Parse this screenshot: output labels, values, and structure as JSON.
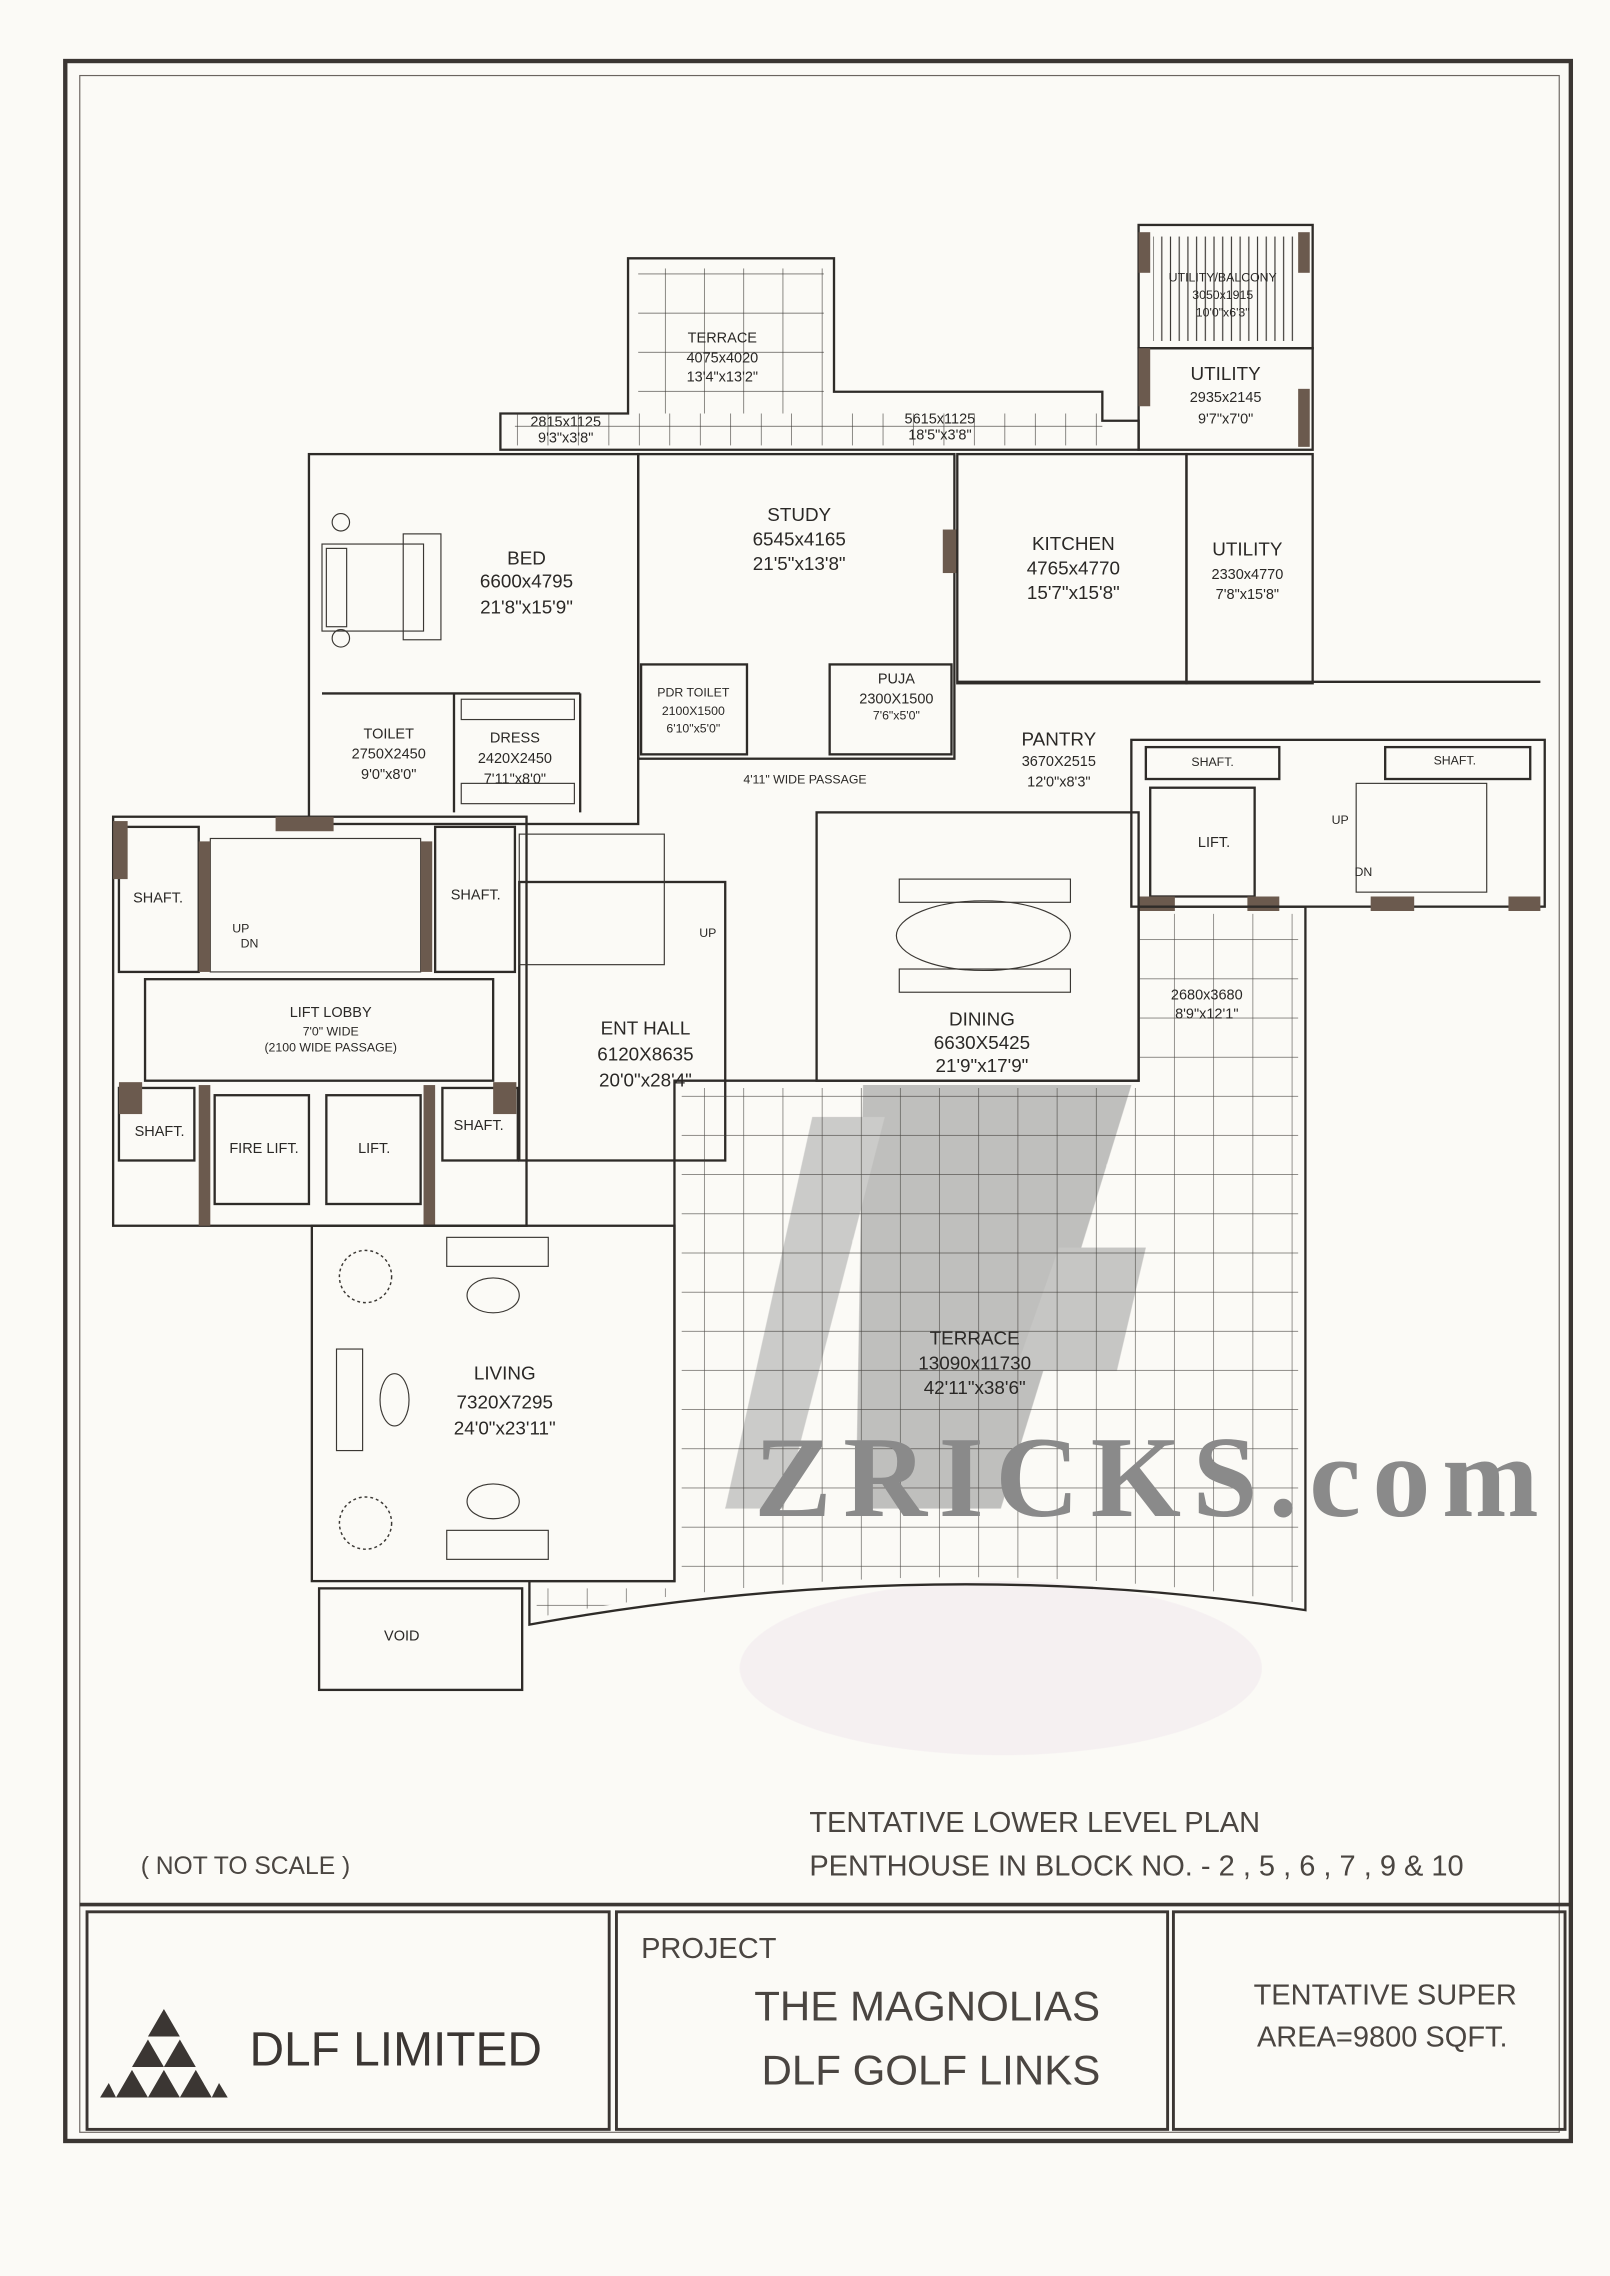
{
  "plan": {
    "rooms": [
      {
        "name": "TERRACE",
        "mm": "4075x4020",
        "ft": "13'4\"x13'2\""
      },
      {
        "name": "",
        "mm": "2815x1125",
        "ft": "9'3\"x3'8\""
      },
      {
        "name": "",
        "mm": "5615x1125",
        "ft": "18'5\"x3'8\""
      },
      {
        "name": "UTILITY/BALCONY",
        "mm": "3050x1915",
        "ft": "10'0\"x6'3\""
      },
      {
        "name": "UTILITY",
        "mm": "2935x2145",
        "ft": "9'7\"x7'0\""
      },
      {
        "name": "BED",
        "mm": "6600x4795",
        "ft": "21'8\"x15'9\""
      },
      {
        "name": "STUDY",
        "mm": "6545x4165",
        "ft": "21'5\"x13'8\""
      },
      {
        "name": "KITCHEN",
        "mm": "4765x4770",
        "ft": "15'7\"x15'8\""
      },
      {
        "name": "UTILITY",
        "mm": "2330x4770",
        "ft": "7'8\"x15'8\""
      },
      {
        "name": "PDR TOILET",
        "mm": "2100X1500",
        "ft": "6'10\"x5'0\""
      },
      {
        "name": "PUJA",
        "mm": "2300X1500",
        "ft": "7'6\"x5'0\""
      },
      {
        "name": "TOILET",
        "mm": "2750X2450",
        "ft": "9'0\"x8'0\""
      },
      {
        "name": "DRESS",
        "mm": "2420X2450",
        "ft": "7'11\"x8'0\""
      },
      {
        "name": "PANTRY",
        "mm": "3670X2515",
        "ft": "12'0\"x8'3\""
      },
      {
        "name": "ENT HALL",
        "mm": "6120X8635",
        "ft": "20'0\"x28'4\""
      },
      {
        "name": "DINING",
        "mm": "6630X5425",
        "ft": "21'9\"x17'9\""
      },
      {
        "name": "",
        "mm": "2680x3680",
        "ft": "8'9\"x12'1\""
      },
      {
        "name": "TERRACE",
        "mm": "13090x11730",
        "ft": "42'11\"x38'6\""
      },
      {
        "name": "LIVING",
        "mm": "7320X7295",
        "ft": "24'0\"x23'11\""
      }
    ],
    "lift_lobby": {
      "name": "LIFT LOBBY",
      "line1": "7'0\" WIDE",
      "line2": "(2100 WIDE PASSAGE)"
    },
    "labels": {
      "shaft": "SHAFT.",
      "lift": "LIFT.",
      "fire_lift": "FIRE LIFT.",
      "up": "UP",
      "dn": "DN",
      "void": "VOID",
      "passage": "4'11\" WIDE PASSAGE"
    },
    "watermark": "ZRICKS.com"
  },
  "notes": {
    "not_to_scale": "( NOT TO SCALE )",
    "plan_title_1": "TENTATIVE LOWER LEVEL PLAN",
    "plan_title_2": "PENTHOUSE IN BLOCK NO. - 2 , 5 , 6 , 7 , 9 & 10"
  },
  "title_block": {
    "company": "DLF LIMITED",
    "project_label": "PROJECT",
    "project_name_1": "THE MAGNOLIAS",
    "project_name_2": "DLF GOLF LINKS",
    "area_1": "TENTATIVE SUPER",
    "area_2": "AREA=9800 SQFT."
  }
}
